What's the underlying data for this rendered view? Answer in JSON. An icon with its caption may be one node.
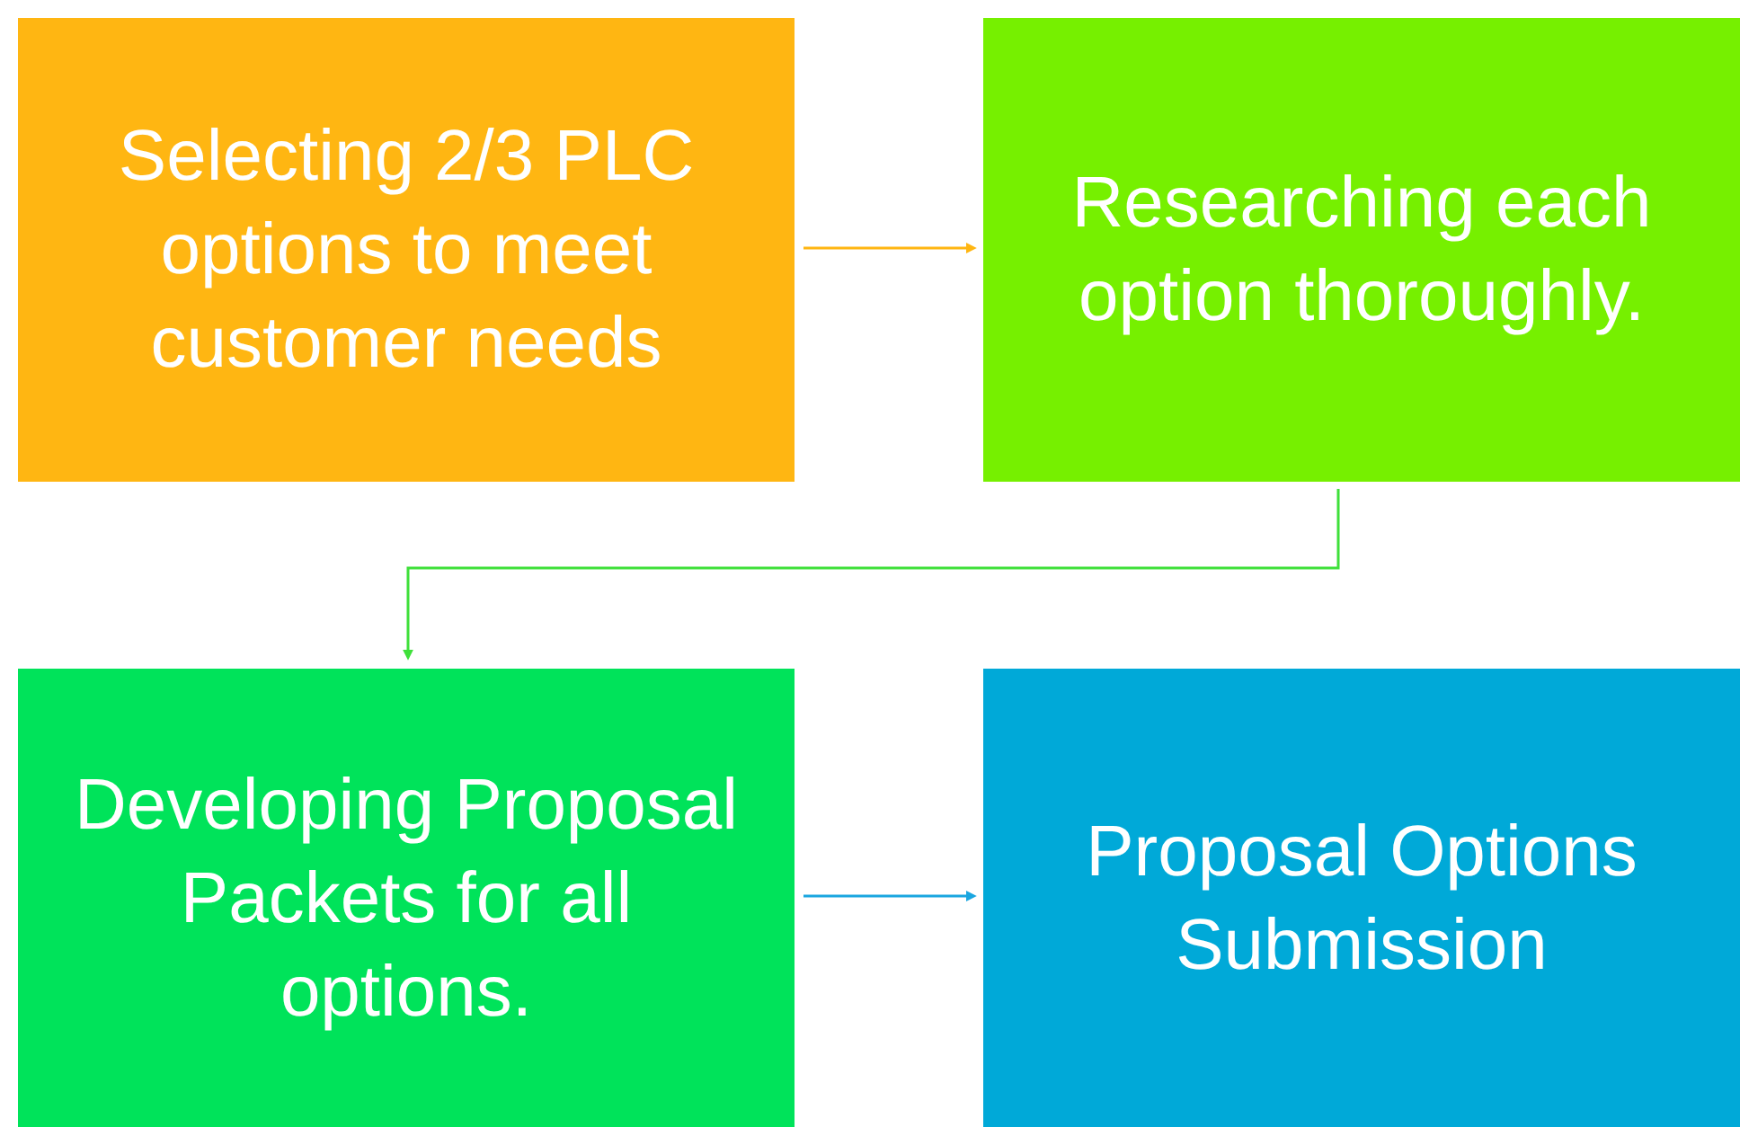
{
  "diagram": {
    "nodes": [
      {
        "text": [
          "Selecting 2/3 PLC options to meet customer needs"
        ]
      },
      {
        "text": [
          "Researching each option thoroughly."
        ]
      },
      {
        "text": [
          "Developing Proposal Packets for all options."
        ]
      },
      {
        "text": [
          "Proposal Options Submission"
        ]
      }
    ],
    "edges": [
      {
        "from": 0,
        "to": 1,
        "arrow": "to",
        "color": "#ffb612"
      },
      {
        "from": 1,
        "to": 2,
        "arrow": "to",
        "color": "#3fe03a"
      },
      {
        "from": 2,
        "to": 3,
        "arrow": "to",
        "color": "#1aa6e0"
      }
    ]
  }
}
